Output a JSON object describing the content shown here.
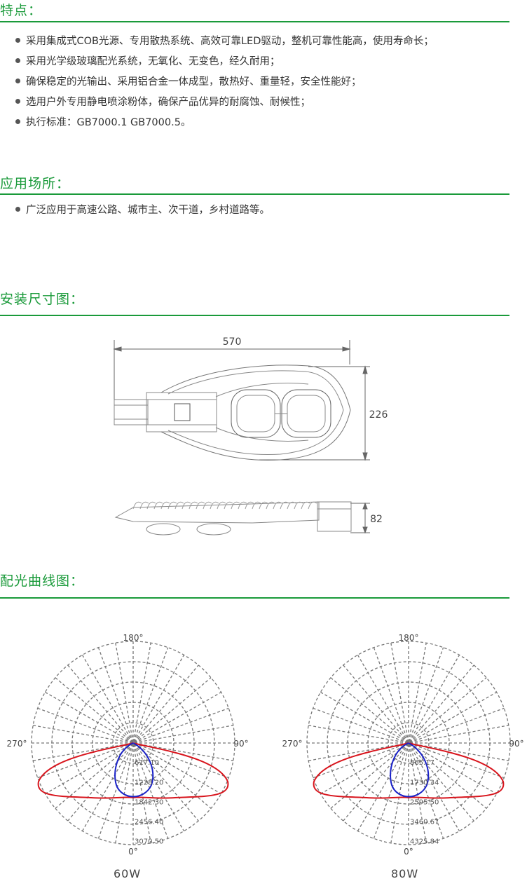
{
  "features": {
    "title": "特点：",
    "items": [
      "采用集成式COB光源、专用散热系统、高效可靠LED驱动，整机可靠性能高，使用寿命长；",
      "采用光学级玻璃配光系统，无氧化、无变色，经久耐用；",
      "确保稳定的光输出、采用铝合金一体成型，散热好、重量轻，安全性能好；",
      "选用户外专用静电喷涂粉体，确保产品优异的耐腐蚀、耐候性；",
      "执行标准：GB7000.1  GB7000.5。"
    ]
  },
  "applications": {
    "title": "应用场所：",
    "items": [
      "广泛应用于高速公路、城市主、次干道，乡村道路等。"
    ]
  },
  "dimensions": {
    "title": "安装尺寸图：",
    "width_label": "570",
    "height_label": "226",
    "depth_label": "82"
  },
  "light_distribution": {
    "title": "配光曲线图：",
    "charts": [
      {
        "caption": "60W",
        "angle_labels": {
          "top": "180°",
          "left": "270°",
          "right": "90°",
          "bottom": "0°"
        },
        "ring_values": [
          "617.10",
          "1228.20",
          "1842.30",
          "2456.40",
          "3070.50"
        ]
      },
      {
        "caption": "80W",
        "angle_labels": {
          "top": "180°",
          "left": "270°",
          "right": "90°",
          "bottom": "0°"
        },
        "ring_values": [
          "865.17",
          "1730.34",
          "2595.50",
          "3460.67",
          "4325.84"
        ]
      }
    ],
    "colors": {
      "grid": "#777777",
      "curve_c0": "#1a22c8",
      "curve_c90": "#d8141c"
    }
  }
}
